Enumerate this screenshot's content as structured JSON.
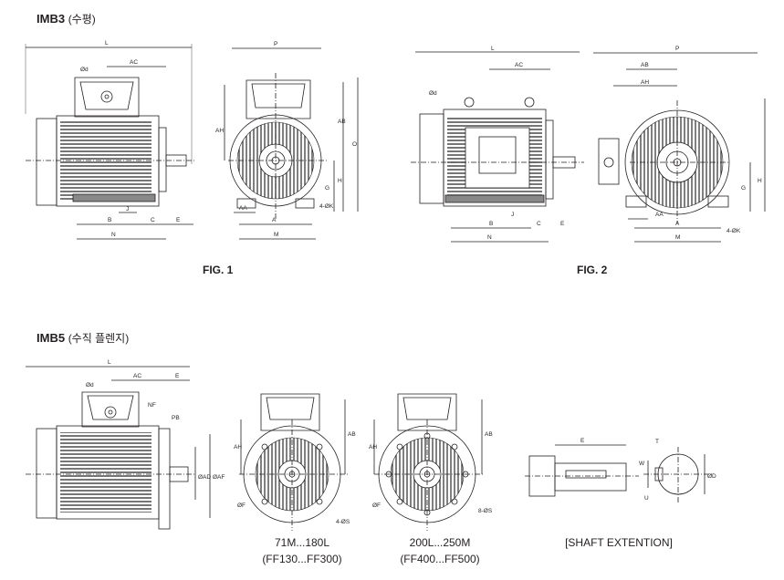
{
  "sections": {
    "imb3": {
      "title": "IMB3",
      "subtitle": "(수평)"
    },
    "imb5": {
      "title": "IMB5",
      "subtitle": "(수직 플렌지)"
    }
  },
  "figures": {
    "fig1": "FIG. 1",
    "fig2": "FIG. 2"
  },
  "captions": {
    "small_range": "71M...180L",
    "small_flange": "(FF130...FF300)",
    "large_range": "200L...250M",
    "large_flange": "(FF400...FF500)",
    "shaft": "[SHAFT EXTENTION]"
  },
  "dimension_labels": {
    "L": "L",
    "AC": "AC",
    "Od": "Ød",
    "B": "B",
    "C": "C",
    "E": "E",
    "J": "J",
    "N": "N",
    "P": "P",
    "AH": "AH",
    "AB": "AB",
    "O": "O",
    "H": "H",
    "G": "G",
    "AA": "AA",
    "A": "A",
    "M": "M",
    "K4": "4-ØK",
    "NF": "NF",
    "PB": "PB",
    "OAD": "ØAD",
    "OAF": "ØAF",
    "OF": "ØF",
    "S4": "4-ØS",
    "S8": "8-ØS",
    "W": "W",
    "T": "T",
    "U": "U",
    "OD": "ØD"
  },
  "colors": {
    "line": "#231f20",
    "dim": "#231f20",
    "hatch": "#3a3a3a"
  }
}
